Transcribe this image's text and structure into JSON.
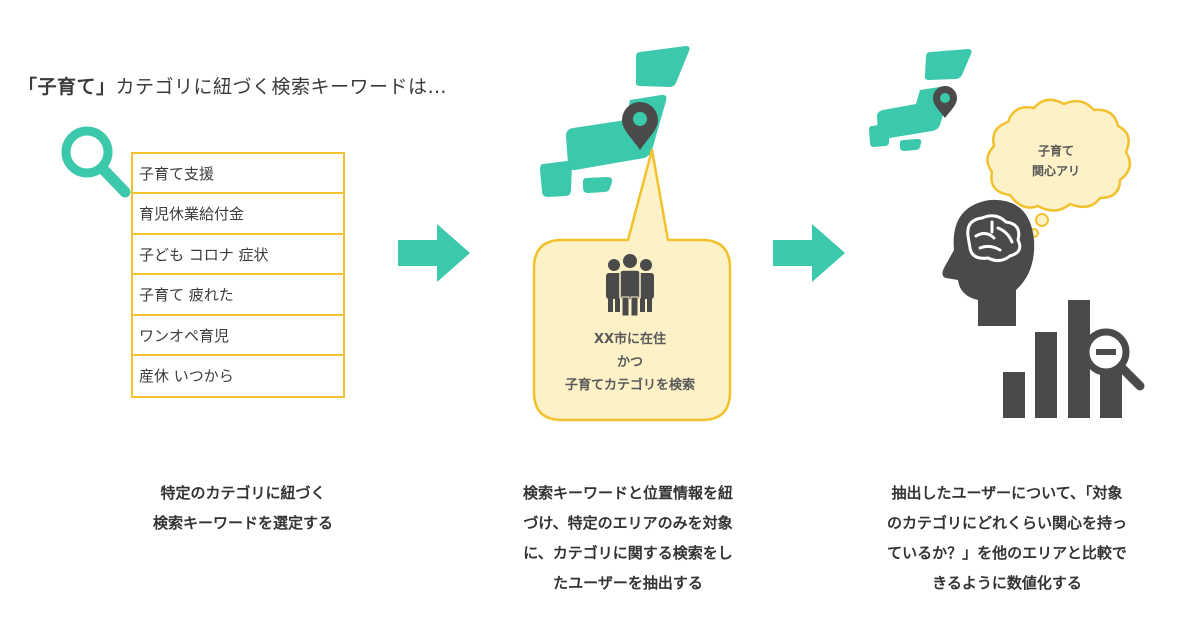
{
  "headline": {
    "bold": "「子育て」",
    "rest": "カテゴリに紐づく検索キーワードは…"
  },
  "keywords": [
    "子育て支援",
    "育児休業給付金",
    "子ども コロナ 症状",
    "子育て 疲れた",
    "ワンオペ育児",
    "産休 いつから"
  ],
  "bubble": {
    "lines": [
      "XX市に在住",
      "かつ",
      "子育てカテゴリを検索"
    ]
  },
  "cloud": {
    "lines": [
      "子育て",
      "関心アリ"
    ]
  },
  "captions": [
    [
      "特定のカテゴリに紐づく",
      "検索キーワードを選定する"
    ],
    [
      "検索キーワードと位置情報を紐",
      "づけ、特定のエリアのみを対象",
      "に、カテゴリに関する検索をし",
      "たユーザーを抽出する"
    ],
    [
      "抽出したユーザーについて、「対象",
      "のカテゴリにどれくらい関心を持っ",
      "ているか？」を他のエリアと比較で",
      "きるように数値化する"
    ]
  ],
  "colors": {
    "teal": "#3cc8aa",
    "yellow": "#f2c12e",
    "bubble_fill": "#fdf1c8",
    "dark_gray": "#4a4a4a"
  },
  "icons": [
    "search-icon",
    "arrow-right-icon",
    "japan-map-icon",
    "location-pin-icon",
    "people-icon",
    "thought-cloud-icon",
    "brain-head-icon",
    "bar-chart-icon",
    "magnifier-icon"
  ]
}
